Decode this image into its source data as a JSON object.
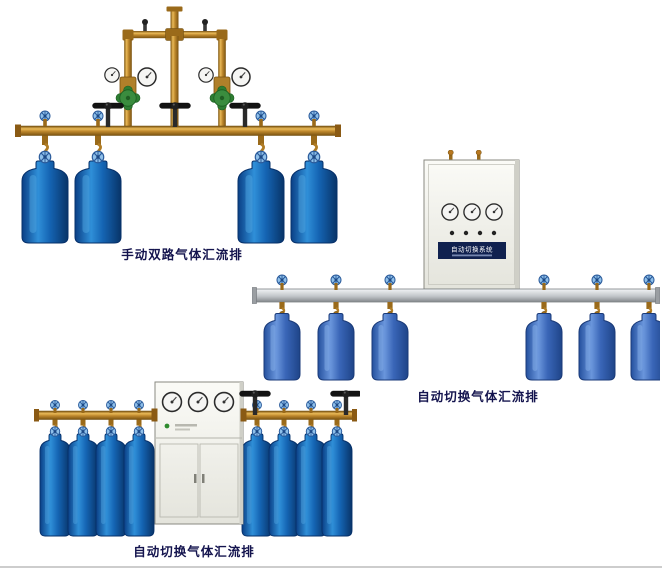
{
  "page": {
    "background": "#ffffff",
    "bottom_rule_color": "#cdcdcd"
  },
  "products": [
    {
      "id": "manual-dual-line-manifold",
      "caption": "手动双路气体汇流排",
      "cylinder_count": 4
    },
    {
      "id": "auto-switch-manifold-wall-cabinet",
      "caption": "自动切换气体汇流排",
      "cabinet_label": "自动切换系统",
      "cylinder_count": 6
    },
    {
      "id": "auto-switch-manifold-floor-cabinet",
      "caption": "自动切换气体汇流排",
      "cylinder_count": 8
    }
  ],
  "colors": {
    "caption_text": "#14144e",
    "cylinder_blue": "#1565b4",
    "cylinder_light_blue": "#3a66b8",
    "brass_pipe": "#c08a2e",
    "valve_black": "#1a1a1a",
    "regulator_green": "#2e7d32",
    "handwheel_blue": "#8fc0ea",
    "cabinet_body": "#f2f2ec",
    "cabinet_label_bg": "#10214f",
    "rail_silver": "#c2c6ca"
  }
}
